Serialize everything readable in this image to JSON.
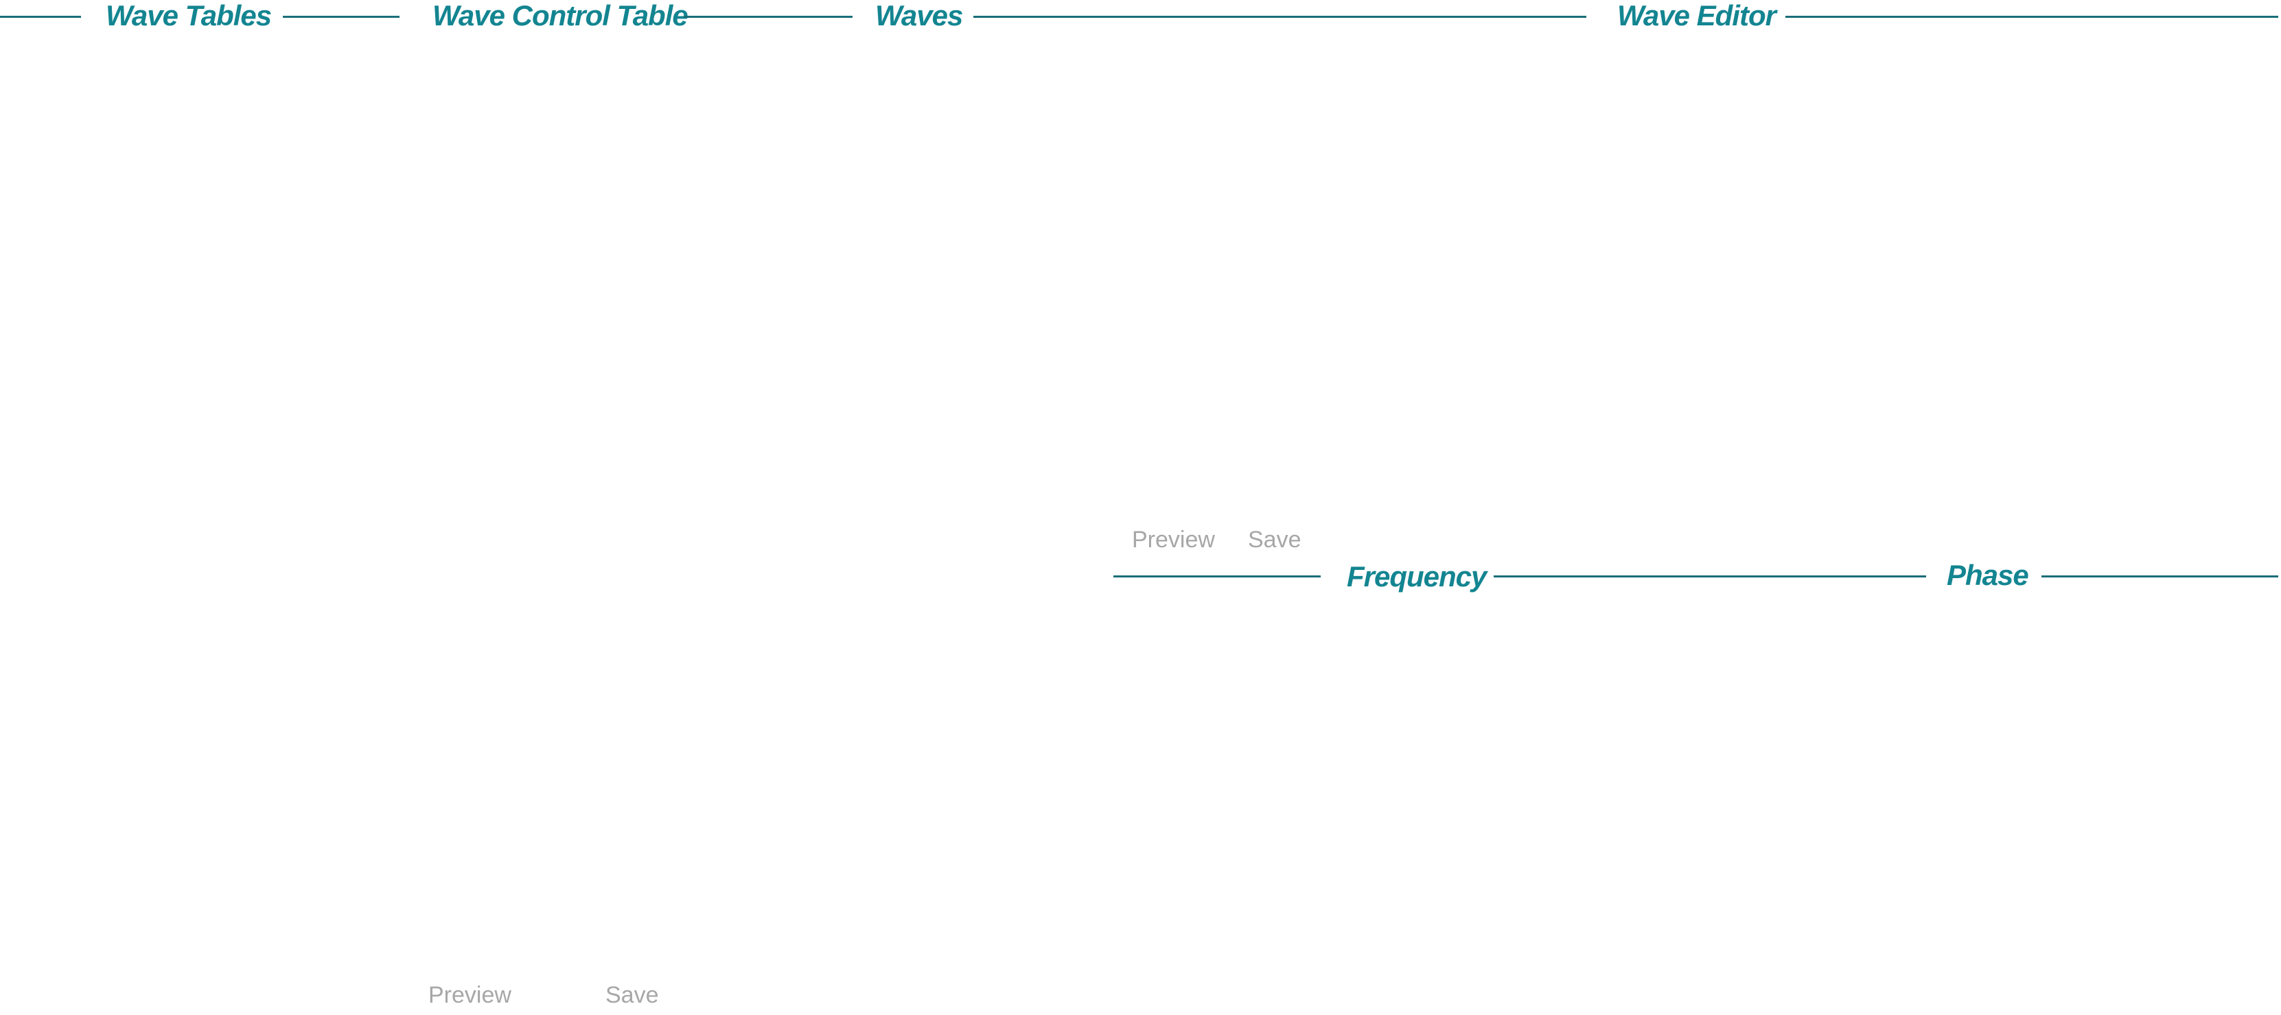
{
  "panels": {
    "wave_tables": {
      "title": "Wave Tables"
    },
    "wave_control_table": {
      "title": "Wave Control Table"
    },
    "waves": {
      "title": "Waves",
      "preview_label": "Preview",
      "save_label": "Save"
    },
    "wave_editor": {
      "title": "Wave Editor",
      "preview_label": "Preview",
      "save_label": "Save"
    },
    "frequency": {
      "title": "Frequency"
    },
    "phase": {
      "title": "Phase"
    }
  },
  "colors": {
    "title_accent": "#138591",
    "divider": "#1a6e78",
    "button_text": "#a7a7a7",
    "background": "#ffffff"
  }
}
